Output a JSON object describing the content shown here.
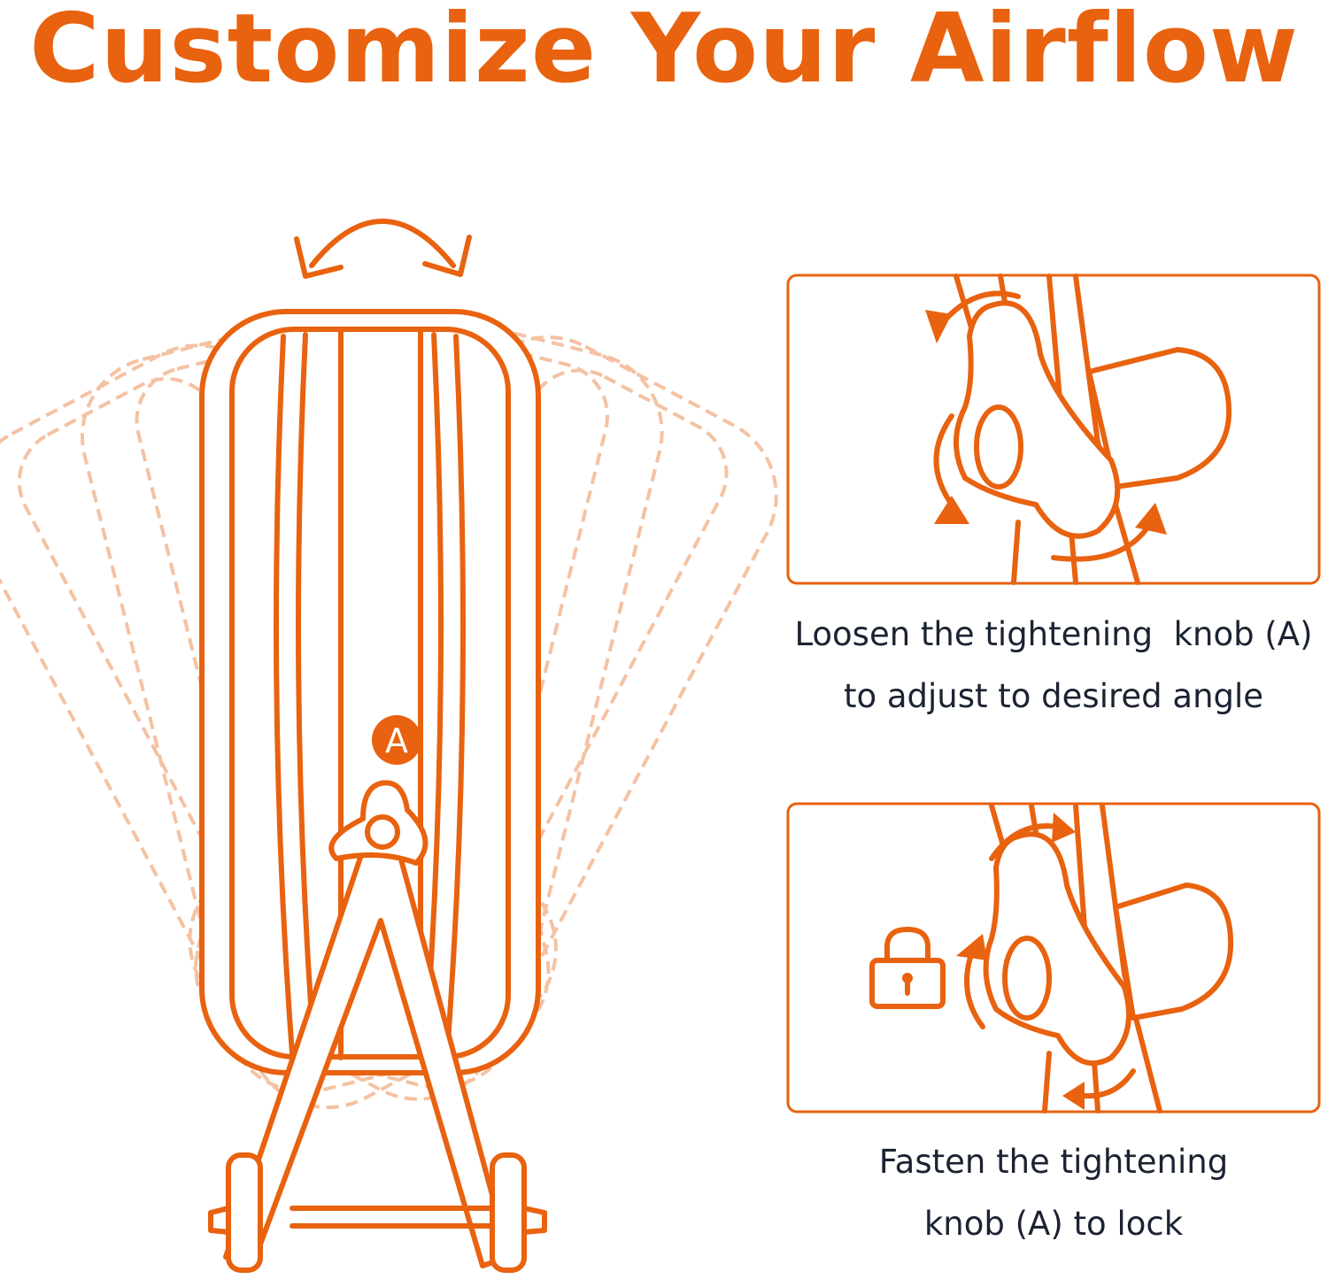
{
  "title": "Customize Your Airflow",
  "knob_label": "A",
  "steps": [
    {
      "line1": "Loosen the tightening  knob (A)",
      "line2": "to adjust to desired angle",
      "icon": "rotate-arrows-icon"
    },
    {
      "line1": "Fasten the tightening",
      "line2": "knob (A) to lock",
      "icon": "lock-icon"
    }
  ],
  "colors": {
    "accent": "#e8620f",
    "text": "#1b2333",
    "ghost": "#f4c2a2"
  }
}
